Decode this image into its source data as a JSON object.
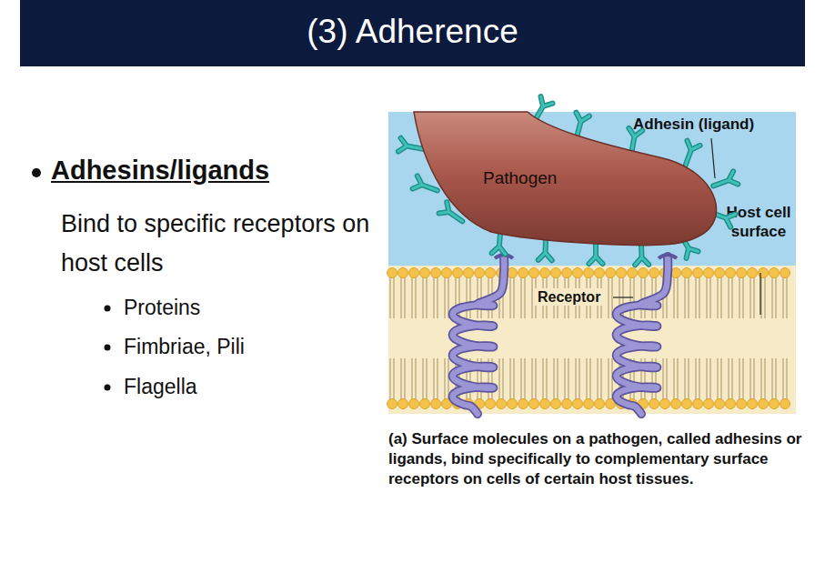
{
  "diagram": {
    "title": "(3) Adherence",
    "caption": "(a) Surface molecules on a pathogen, called adhesins or ligands, bind specifically to complementary surface receptors on cells of certain host tissues.",
    "nodes": [
      {
        "text": [
          "Pathogen"
        ]
      }
    ],
    "labels": [
      "Adhesins/ligands",
      "Bind to specific receptors on host cells",
      "Proteins",
      "Fimbriae, Pili",
      "Flagella",
      "Adhesin (ligand)",
      "Host cell surface",
      "Receptor"
    ]
  }
}
